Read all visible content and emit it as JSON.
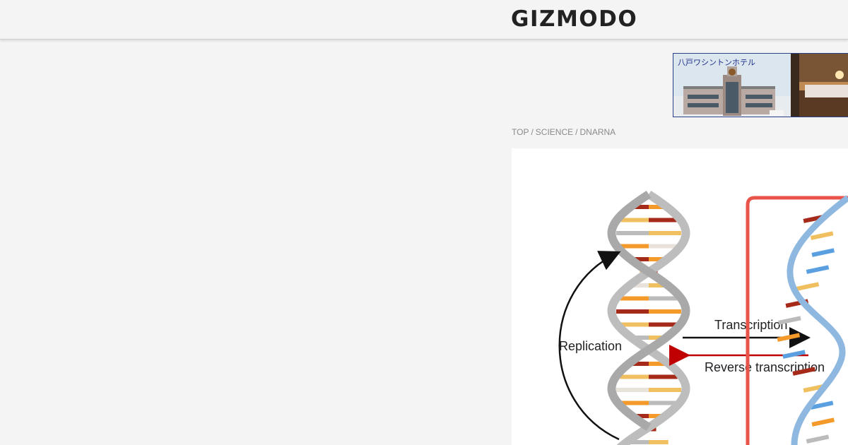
{
  "site": {
    "logo": "GIZMODO"
  },
  "ad": {
    "title": "八戸ワシントンホテル"
  },
  "breadcrumb": {
    "items": [
      "TOP",
      "SCIENCE",
      "DNARNA"
    ],
    "separator": "/"
  },
  "figure": {
    "labels": {
      "replication": "Replication",
      "transcription": "Transcription",
      "reverse_transcription": "Reverse transcription"
    }
  },
  "colors": {
    "background": "#f4f4f4",
    "logo": "#222222",
    "breadcrumb": "#8a8a8a",
    "arrow_reverse": "#c00000",
    "frame_red": "#e8544a"
  }
}
